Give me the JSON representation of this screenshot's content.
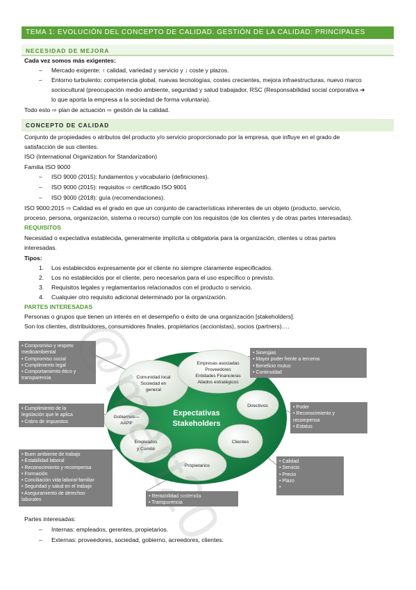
{
  "title": "TEMA 1: EVOLUCIÓN DEL CONCEPTO DE CALIDAD. GESTIÓN DE LA CALIDAD: PRINCIPALES CONCEPTOS",
  "sections": {
    "necesidad": {
      "heading": "NECESIDAD DE MEJORA",
      "intro": "Cada vez somos más exigentes:",
      "items": [
        "Mercado exigente: ↑ calidad, variedad y servicio y ↓ coste y plazos.",
        "Entorno turbulento: competencia global, nuevas tecnologías, costes crecientes, mejora infraestructuras, nuevo marco",
        "sociocultural (preocupación medio ambiente, seguridad y salud trabajador, RSC (Responsabilidad social corporativa ➔",
        "lo que aporta la empresa a la sociedad de forma voluntaria)."
      ],
      "conclusion": "Todo esto ⇨ plan de actuación ⇨ gestión de la calidad."
    },
    "concepto": {
      "heading": "CONCEPTO DE CALIDAD",
      "p1a": "Conjunto de propiedades o atributos del producto y/o servicio proporcionado por la empresa, que influye en el grado de",
      "p1b": "satisfacción de sus clientes.",
      "iso": "ISO (International Organization for Standarization)",
      "familia": "Familia ISO 9000",
      "familia_items": [
        "ISO 9000 (2015): fundamentos y vocabulario (definiciones).",
        "ISO 9000 (2015): requisitos ⇨ certificado ISO 9001",
        "ISO 9000 (2018): guía (recomendaciones)."
      ],
      "def_a": "ISO 9000:2015 ⇨ Calidad es el grado en que un conjunto de características inherentes de un objeto (producto, servicio,",
      "def_b": "proceso, persona, organización, sistema o recurso) cumple con los requisitos (de los clientes y de otras partes interesadas)."
    },
    "requisitos": {
      "heading": "REQUISITOS",
      "p_a": "Necesidad o expectativa establecida, generalmente implícita u obligatoria para la organización, clientes u otras partes",
      "p_b": "interesadas.",
      "tipos": "Tipos:",
      "items": [
        "Los establecidos expresamente por el cliente no siempre claramente especificados.",
        "Los no establecidos por el cliente, pero necesarios para el uso específico o previsto.",
        "Requisitos legales y reglamentarios relacionados con el producto o servicio.",
        "Cualquier otro requisito adicional determinado por la organización."
      ]
    },
    "partes": {
      "heading": "PARTES INTERESADAS",
      "p1": "Personas o grupos que tienen un interés en el desempeño o éxito de una organización [stakeholders].",
      "p2": "Son los clientes, distribuidores, consumidores finales, propietarios (accionistas), socios (partners)….",
      "footer_intro": "Partes interesadas:",
      "footer_items": [
        "Internas: empleados, gerentes, propietarios.",
        "Externas: proveedores, sociedad, gobierno, acreedores, clientes."
      ]
    }
  },
  "diagram": {
    "center": [
      "Expectativas",
      "Stakeholders"
    ],
    "nodes": {
      "comunidad": [
        "Comunidad local",
        "Sociedad en",
        "general"
      ],
      "empresas": [
        "Empresas asociadas",
        "Proveedores",
        "Entidades Financieras",
        "Aliados estratégicos"
      ],
      "directivos": [
        "Directivos"
      ],
      "gobiernos": [
        "Gobiernos—",
        "AAPP"
      ],
      "clientes": [
        "Clientes"
      ],
      "empleados": [
        "Empleados",
        "y Comité"
      ],
      "propietarios": [
        "Propietarios"
      ]
    },
    "boxes": {
      "comunidad": [
        "• Compromiso y respeto",
        "medioambiental",
        "• Compromiso social",
        "• Cumplimiento legal",
        "• Comportamiento ético y",
        "transparencia"
      ],
      "empresas": [
        "• Sinergias",
        "• Mayor poder frente a terceros",
        "• Beneficio mutuo",
        "• Continuidad"
      ],
      "directivos": [
        "• Poder",
        "• Reconocimiento y",
        "recompensa",
        "• Estatus"
      ],
      "gobiernos": [
        "• Cumplimiento de la",
        "legislación que le aplica",
        "• Cobro de impuestos"
      ],
      "empleados": [
        "• Buen ambiente de trabajo",
        "• Estabilidad laboral",
        "• Reconocimiento y recompensa",
        "• Formación",
        "• Conciliación vida laboral-familiar",
        "• Seguridad y salud en el trabajo",
        "• Aseguramiento de derechos",
        "laborales"
      ],
      "clientes": [
        "• Calidad",
        "• Servicio",
        "• Precio",
        "• Plazo",
        "•"
      ],
      "propietarios": [
        "• Rentabilidad sostenida",
        "• Transparencia"
      ]
    }
  },
  "watermark": "@mart20",
  "colors": {
    "green": "#5aa338",
    "light_green": "#e3f0da",
    "box_gray": "#7f7f7f",
    "diagram_green": "#2e8f4f"
  }
}
